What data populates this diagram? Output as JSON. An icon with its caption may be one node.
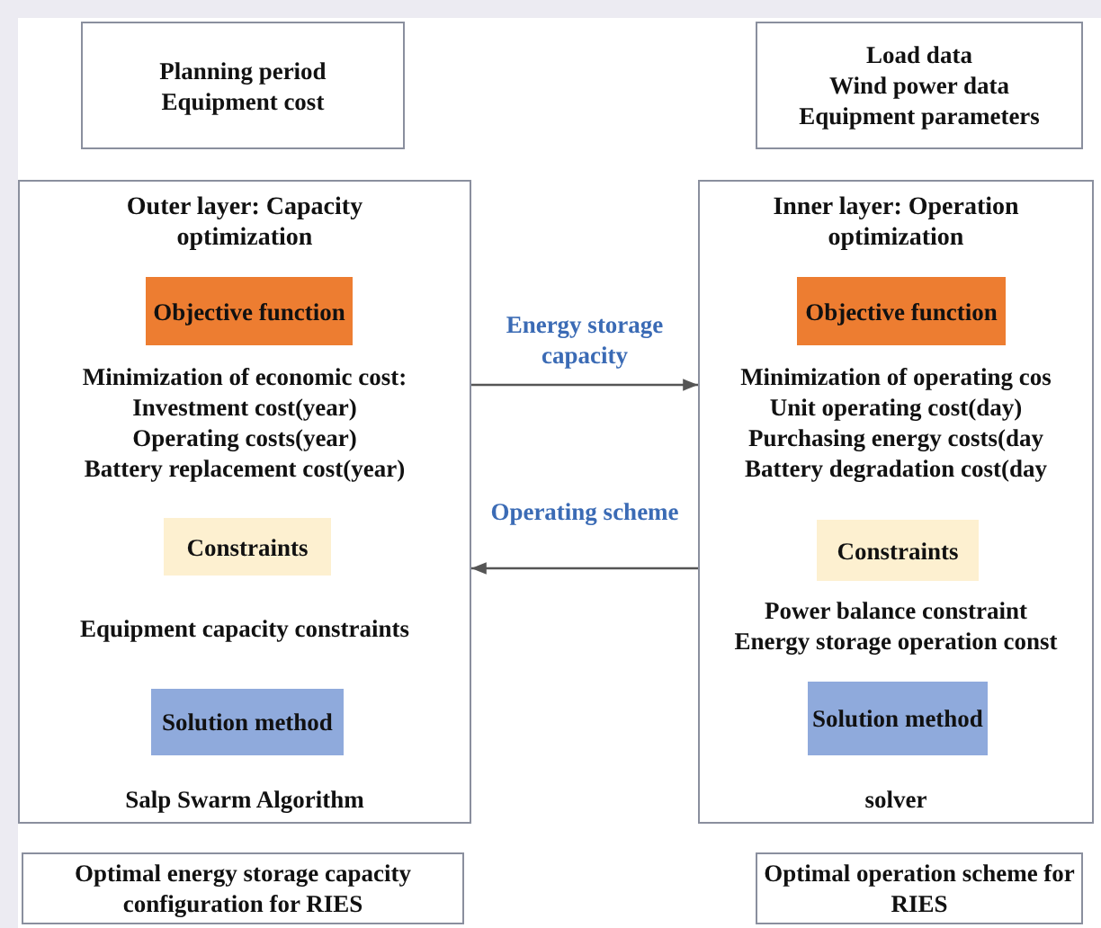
{
  "diagram": {
    "nodes": [
      {
        "text": [
          "Planning period",
          "Equipment cost"
        ]
      },
      {
        "text": [
          "Load data",
          "Wind power data",
          "Equipment parameters"
        ]
      },
      {
        "text": [
          "Outer layer: Capacity optimization",
          "Minimization of economic cost:",
          "Investment cost(year)",
          "Operating costs(year)",
          "Battery replacement cost(year)",
          "Equipment capacity constraints",
          "Salp Swarm Algorithm"
        ]
      },
      {
        "text": [
          "Objective function"
        ],
        "in": 2
      },
      {
        "text": [
          "Constraints"
        ],
        "in": 2
      },
      {
        "text": [
          "Solution method"
        ],
        "in": 2
      },
      {
        "text": [
          "Inner layer: Operation optimization",
          "Minimization of operating cos",
          "Unit operating cost(day)",
          "Purchasing energy costs(day",
          "Battery degradation cost(day",
          "Power balance constraint",
          "Energy storage operation const",
          "solver"
        ]
      },
      {
        "text": [
          "Objective function"
        ],
        "in": 6
      },
      {
        "text": [
          "Constraints"
        ],
        "in": 6
      },
      {
        "text": [
          "Solution method"
        ],
        "in": 6
      },
      {
        "text": [
          "Optimal energy storage capacity configuration for RIES"
        ]
      },
      {
        "text": [
          "Optimal operation scheme for RIES"
        ]
      }
    ],
    "edges": [
      {
        "from": 2,
        "to": 6,
        "arrow": "to",
        "label": "Energy storage capacity"
      },
      {
        "from": 6,
        "to": 2,
        "arrow": "to",
        "label": "Operating scheme"
      }
    ]
  }
}
